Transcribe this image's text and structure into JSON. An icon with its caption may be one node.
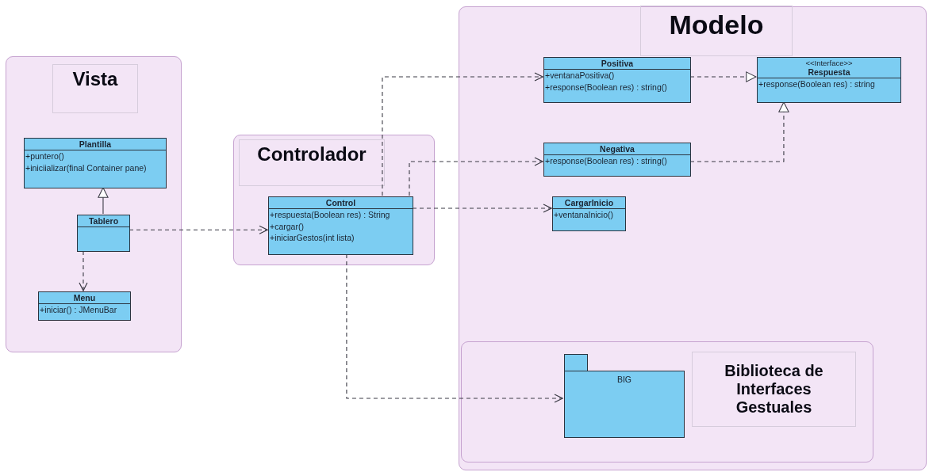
{
  "diagram": {
    "nodes": [
      {
        "text": [
          "Vista"
        ]
      },
      {
        "text": [
          "Plantilla",
          "+puntero()",
          "+iniciializar(final Container pane)"
        ],
        "in": 0
      },
      {
        "text": [
          "Tablero"
        ],
        "in": 0
      },
      {
        "text": [
          "Menu",
          "+iniciar() : JMenuBar"
        ],
        "in": 0
      },
      {
        "text": [
          "Controlador"
        ]
      },
      {
        "text": [
          "Control",
          "+respuesta(Boolean res) : String",
          "+cargar()",
          "+iniciarGestos(int lista)"
        ],
        "in": 4
      },
      {
        "text": [
          "Modelo"
        ]
      },
      {
        "text": [
          "Positiva",
          "+ventanaPositiva()",
          "+response(Boolean res) : string()"
        ],
        "in": 6
      },
      {
        "text": [
          "<<Interface>>",
          "Respuesta",
          "+response(Boolean res) : string"
        ],
        "in": 6
      },
      {
        "text": [
          "Negativa",
          "+response(Boolean res) : string()"
        ],
        "in": 6
      },
      {
        "text": [
          "CargarInicio",
          "+ventanaInicio()"
        ],
        "in": 6
      },
      {
        "text": [
          "Biblioteca de Interfaces Gestuales"
        ],
        "in": 6
      },
      {
        "text": [
          "BIG"
        ],
        "in": 11
      }
    ],
    "edges": [
      {
        "from": 2,
        "to": 1,
        "arrow": "to"
      },
      {
        "from": 2,
        "to": 3,
        "arrow": "to",
        "style": "dashed"
      },
      {
        "from": 2,
        "to": 5,
        "arrow": "to",
        "style": "dashed"
      },
      {
        "from": 5,
        "to": 7,
        "arrow": "to",
        "style": "dashed"
      },
      {
        "from": 5,
        "to": 9,
        "arrow": "to",
        "style": "dashed"
      },
      {
        "from": 5,
        "to": 10,
        "arrow": "to",
        "style": "dashed"
      },
      {
        "from": 5,
        "to": 12,
        "arrow": "to",
        "style": "dashed"
      },
      {
        "from": 7,
        "to": 8,
        "arrow": "to",
        "style": "dashed"
      },
      {
        "from": 9,
        "to": 8,
        "arrow": "to",
        "style": "dashed"
      }
    ]
  }
}
